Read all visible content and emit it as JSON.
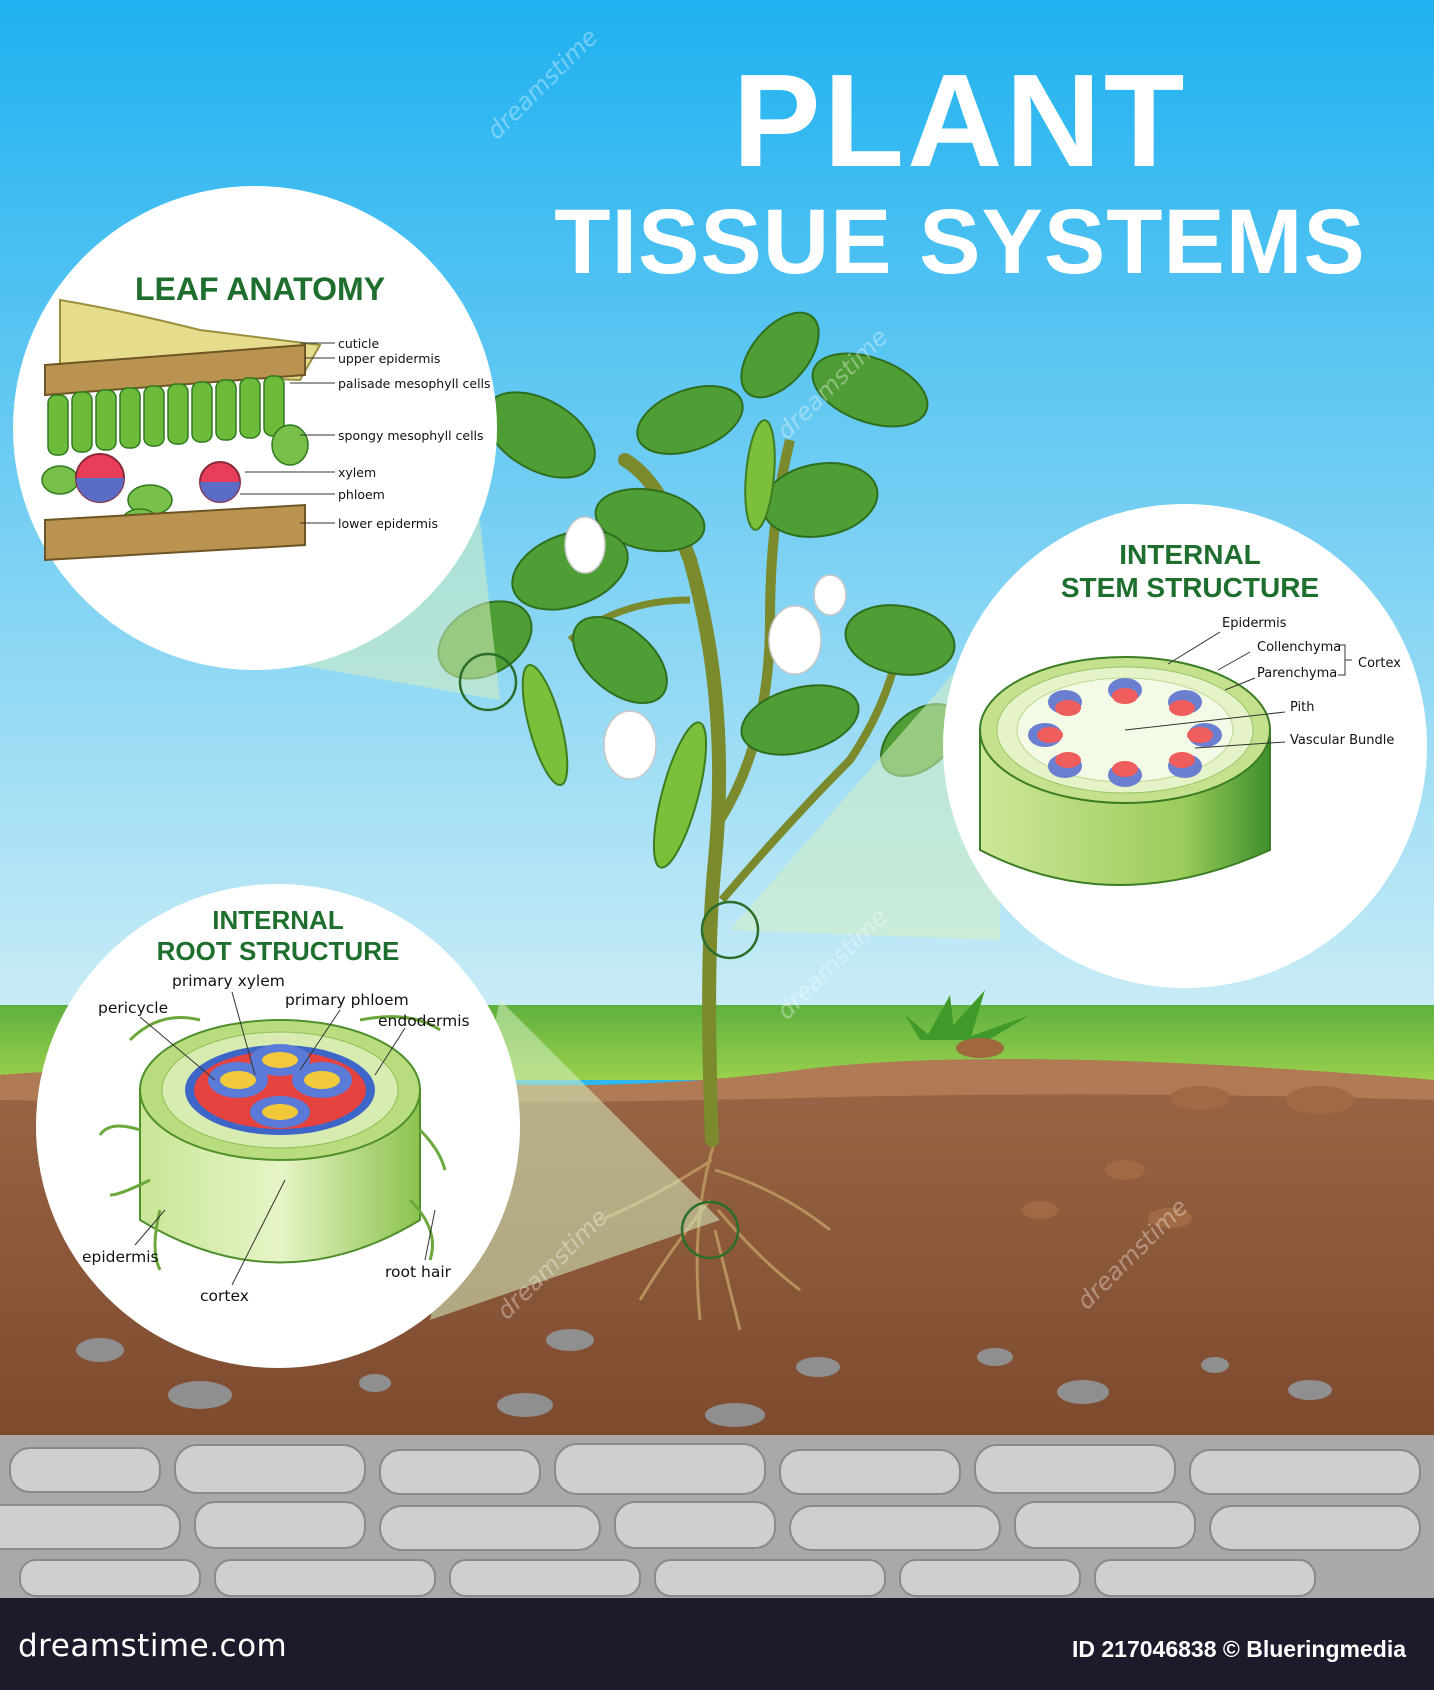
{
  "title": {
    "line1": "PLANT",
    "line2": "TISSUE SYSTEMS"
  },
  "leaf": {
    "title": "LEAF ANATOMY",
    "labels": [
      "cuticle",
      "upper epidermis",
      "palisade mesophyll cells",
      "spongy mesophyll cells",
      "xylem",
      "phloem",
      "lower epidermis"
    ]
  },
  "stem": {
    "title_line1": "INTERNAL",
    "title_line2": "STEM STRUCTURE",
    "labels": [
      "Epidermis",
      "Collenchyma",
      "Parenchyma",
      "Cortex",
      "Pith",
      "Vascular Bundle"
    ]
  },
  "root": {
    "title_line1": "INTERNAL",
    "title_line2": "ROOT STRUCTURE",
    "labels": [
      "primary xylem",
      "pericycle",
      "primary phloem",
      "endodermis",
      "epidermis",
      "root hair",
      "cortex"
    ]
  },
  "watermark": "dreamstime",
  "footer": {
    "brand": "dreamstime.com",
    "credit": "ID 217046838 © Blueringmedia"
  },
  "colors": {
    "sky": "#2fb8ef",
    "grass": "#8cc63f",
    "soil": "#8b5a3c",
    "stone": "#b7b7b7",
    "title_green": "#1e6e2e"
  }
}
